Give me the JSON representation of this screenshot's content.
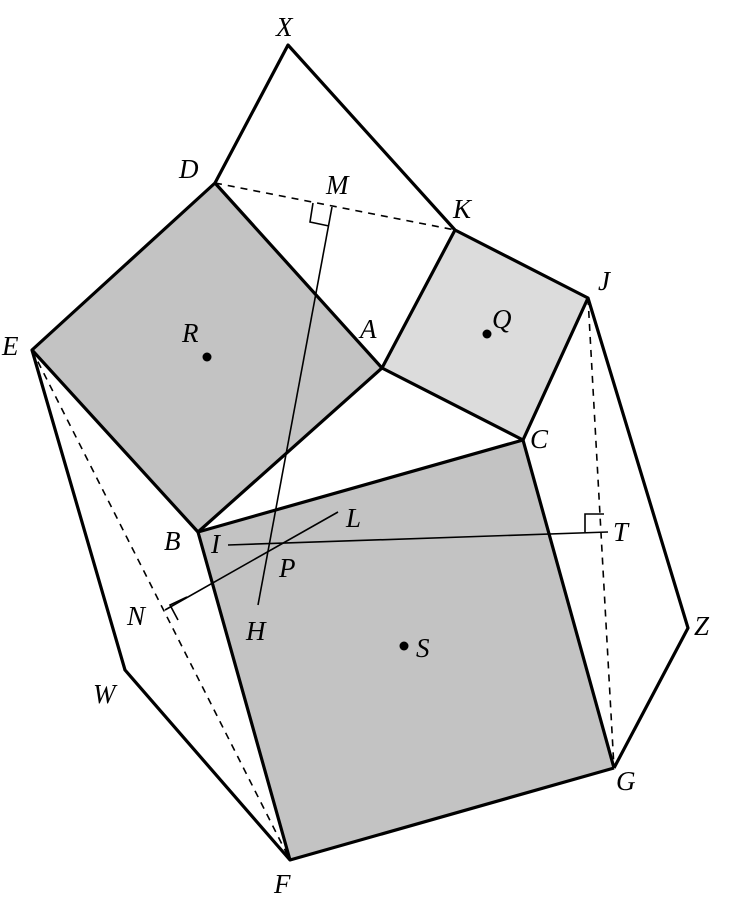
{
  "colors": {
    "square_dark": "#c3c3c3",
    "square_light": "#dcdcdc",
    "stroke": "#000000",
    "background": "#ffffff"
  },
  "labels": {
    "X": "X",
    "D": "D",
    "M": "M",
    "K": "K",
    "J": "J",
    "E": "E",
    "R": "R",
    "A": "A",
    "Q": "Q",
    "C": "C",
    "B": "B",
    "I": "I",
    "L": "L",
    "T": "T",
    "P": "P",
    "N": "N",
    "H": "H",
    "Z": "Z",
    "S": "S",
    "W": "W",
    "G": "G",
    "F": "F"
  }
}
